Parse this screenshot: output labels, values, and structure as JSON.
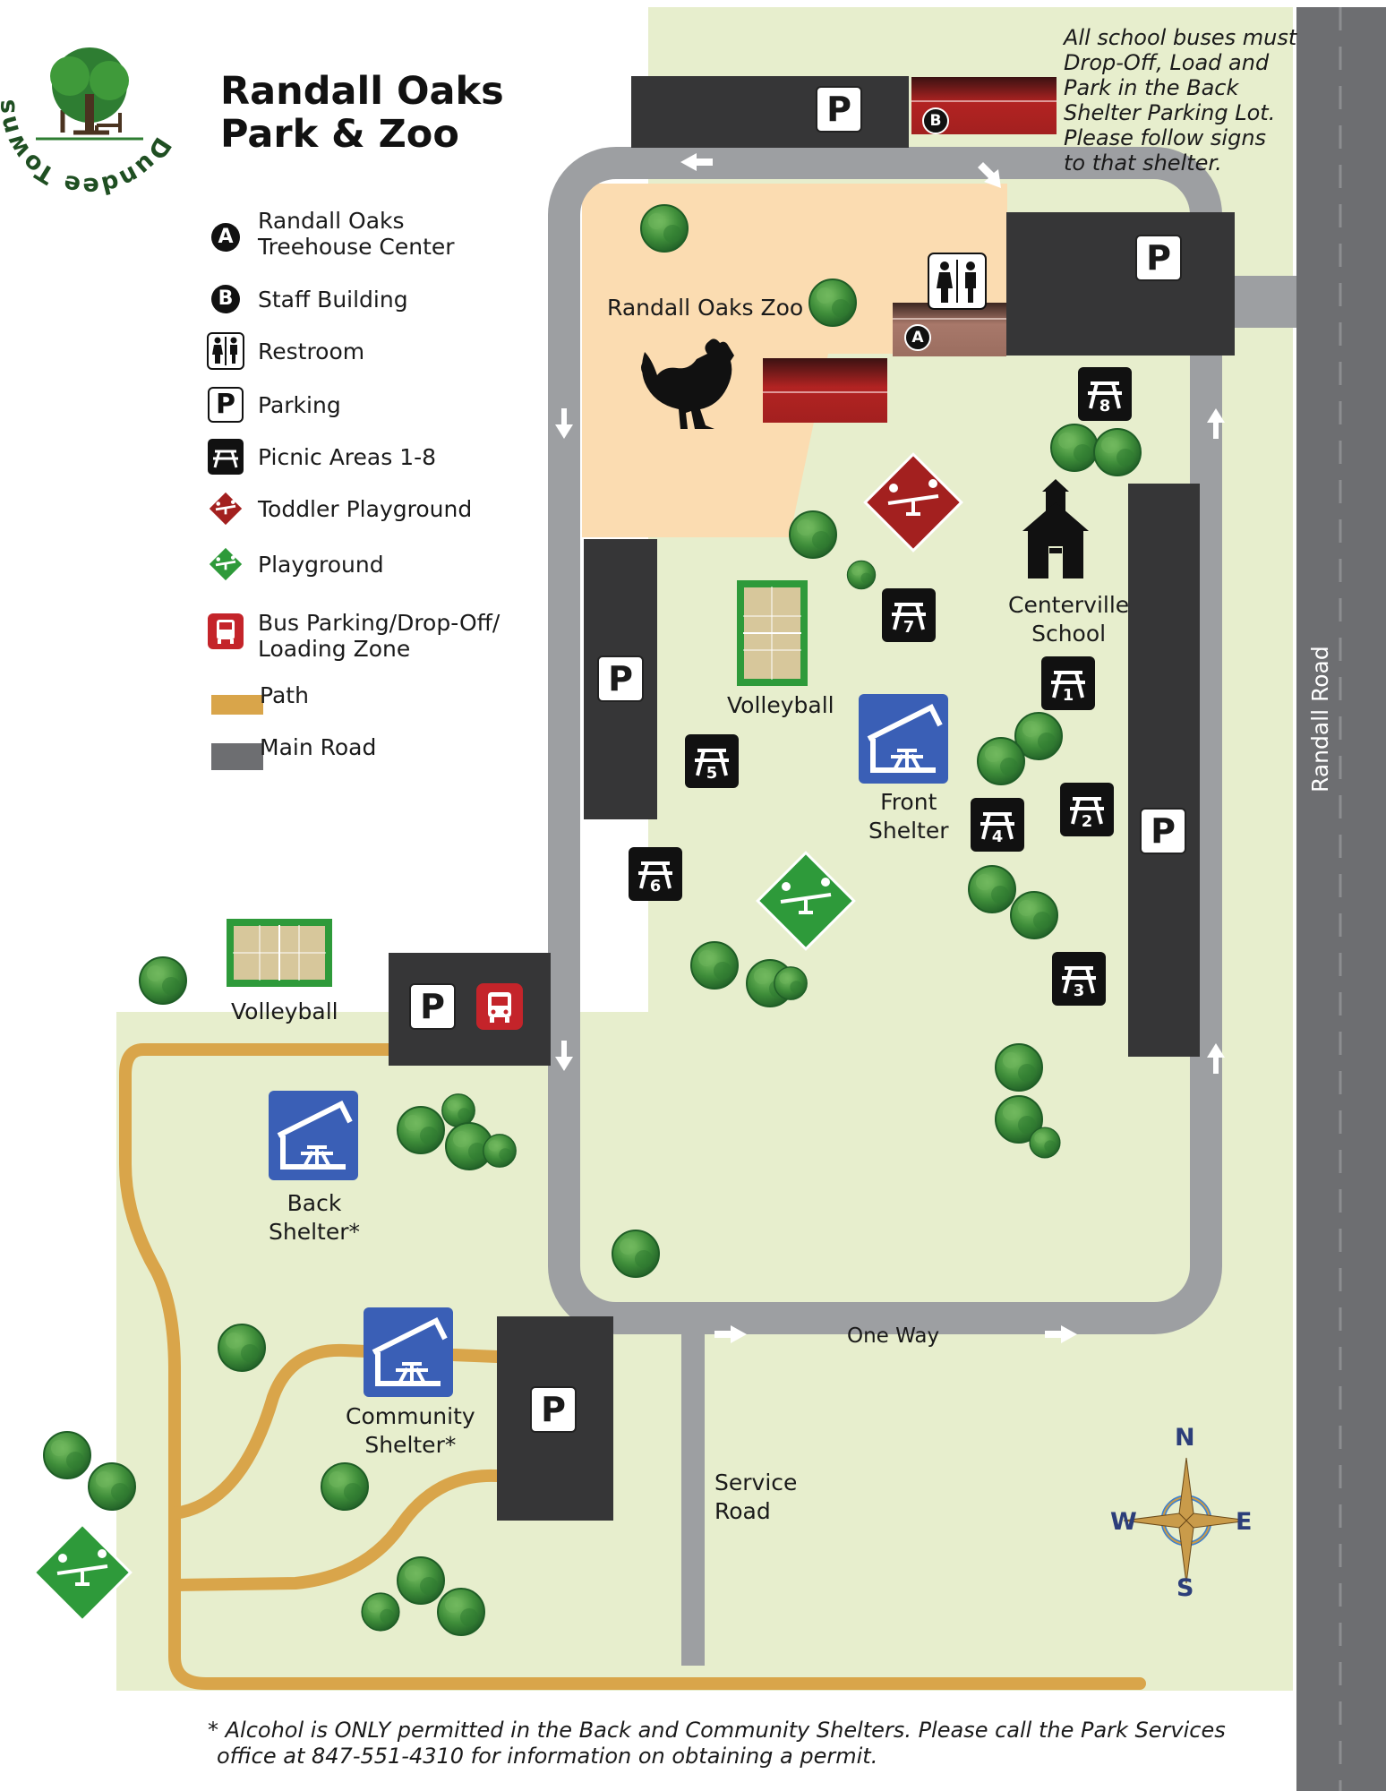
{
  "title": {
    "line1": "Randall Oaks",
    "line2": "Park & Zoo"
  },
  "logo": {
    "text": "Dundee Township Park District",
    "icon": "oak-tree-bench-logo"
  },
  "legend": [
    {
      "badge": "A",
      "label": "Randall Oaks\nTreehouse Center",
      "icon": "letter-a-icon"
    },
    {
      "badge": "B",
      "label": "Staff Building",
      "icon": "letter-b-icon"
    },
    {
      "label": "Restroom",
      "icon": "restroom-icon"
    },
    {
      "badge": "P",
      "label": "Parking",
      "icon": "parking-icon"
    },
    {
      "label": "Picnic Areas 1-8",
      "icon": "picnic-table-icon"
    },
    {
      "label": "Toddler Playground",
      "icon": "toddler-playground-icon",
      "color": "#a3201f"
    },
    {
      "label": "Playground",
      "icon": "playground-icon",
      "color": "#2e9a3a"
    },
    {
      "label": "Bus Parking/Drop-Off/\nLoading Zone",
      "icon": "bus-icon",
      "color": "#c4242a"
    },
    {
      "label": "Path",
      "icon": "path-swatch",
      "color": "#d9a54a"
    },
    {
      "label": "Main Road",
      "icon": "main-road-swatch",
      "color": "#6d6e71"
    }
  ],
  "bus_note": "All school buses must Drop-Off, Load and Park in the Back Shelter Parking Lot. Please follow signs to that shelter.",
  "bus_note_lines": [
    "All school buses must",
    "Drop-Off, Load and",
    "Park in the Back",
    "Shelter Parking Lot.",
    "Please follow signs",
    "to that shelter."
  ],
  "map_labels": {
    "zoo": "Randall Oaks Zoo",
    "volleyball_center": "Volleyball",
    "volleyball_west": "Volleyball",
    "centerville": "Centerville\nSchool",
    "front_shelter": "Front\nShelter",
    "back_shelter": "Back\nShelter*",
    "community_shelter": "Community\nShelter*",
    "one_way": "One Way",
    "service_road": "Service\nRoad",
    "randall_road": "Randall Road"
  },
  "picnic_numbers": [
    "1",
    "2",
    "3",
    "4",
    "5",
    "6",
    "7",
    "8"
  ],
  "parking_label": "P",
  "compass": {
    "n": "N",
    "s": "S",
    "e": "E",
    "w": "W"
  },
  "footnote_lines": [
    "* Alcohol is ONLY permitted in the Back and Community Shelters. Please call the Park Services",
    "office at 847-551-4310 for information on obtaining a permit."
  ],
  "colors": {
    "grass": "#e7eecd",
    "zoo": "#fbdcb1",
    "road": "#9d9fa2",
    "main_road": "#6d6e71",
    "parking_lot": "#363637",
    "path": "#d9a54a",
    "shelter": "#3a5fb6",
    "toddler": "#a3201f",
    "playground": "#2e9a3a",
    "bus": "#c4242a",
    "tree": "#3f8e3a"
  }
}
